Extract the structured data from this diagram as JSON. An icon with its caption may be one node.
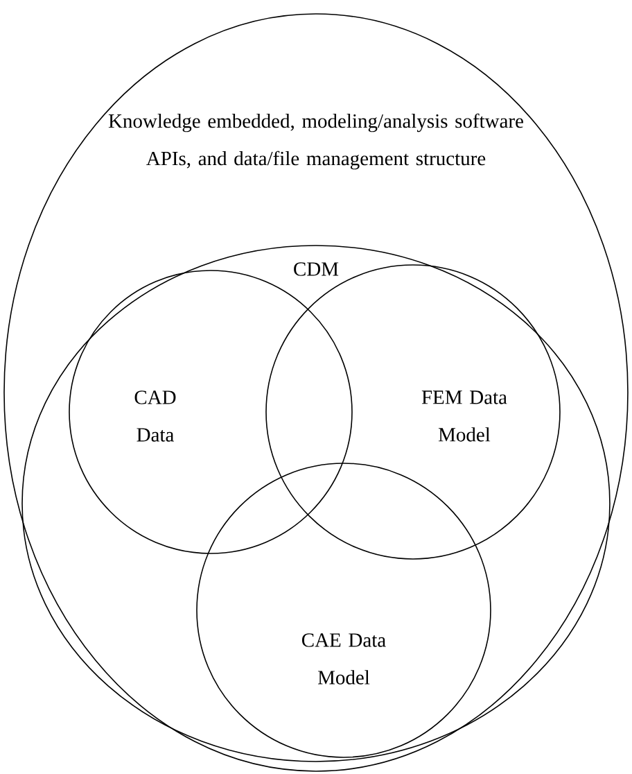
{
  "diagram": {
    "nodes": [
      {
        "text": [
          "Knowledge embedded, modeling/analysis software APIs, and data/file management structure"
        ]
      },
      {
        "text": [
          "CDM"
        ],
        "in": 0
      },
      {
        "text": [
          "CAD Data"
        ],
        "in": 1
      },
      {
        "text": [
          "FEM Data Model"
        ],
        "in": 1
      },
      {
        "text": [
          "CAE Data Model"
        ],
        "in": 1
      }
    ]
  }
}
